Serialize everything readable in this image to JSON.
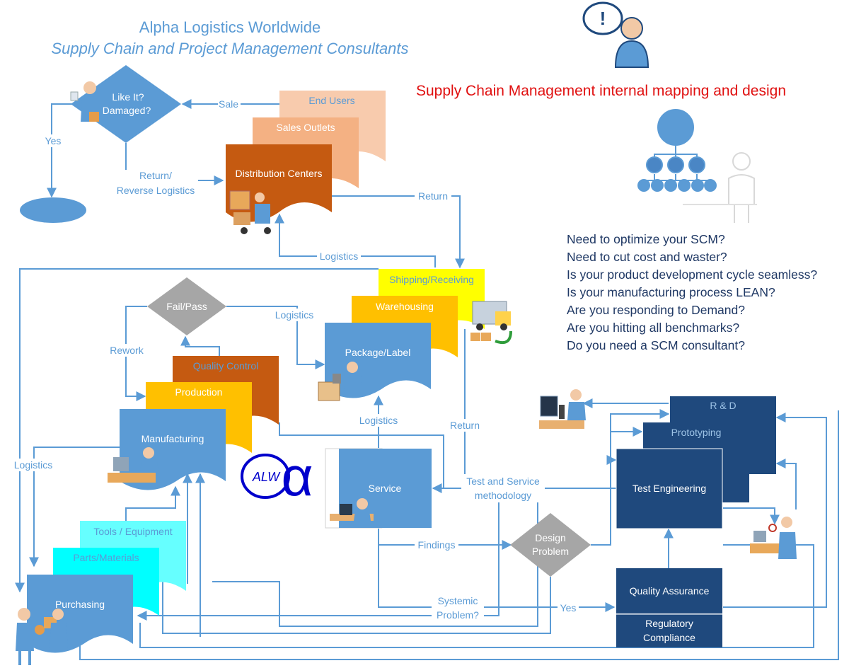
{
  "header": {
    "company": "Alpha Logistics Worldwide",
    "tagline": "Supply Chain and Project Management Consultants",
    "mapping_title": "Supply Chain Management internal mapping and design"
  },
  "questions": [
    "Need to optimize your SCM?",
    "Need to cut cost and waster?",
    "Is your product development cycle seamless?",
    "Is your manufacturing process LEAN?",
    "Are you responding to Demand?",
    "Are you hitting all benchmarks?",
    "Do you need a SCM consultant?"
  ],
  "logo": {
    "text": "ALW",
    "symbol": "α"
  },
  "nodes": {
    "like_it_line1": "Like It?",
    "like_it_line2": "Damaged?",
    "fail_pass": "Fail/Pass",
    "design_problem_line1": "Design",
    "design_problem_line2": "Problem",
    "end_users": "End Users",
    "sales_outlets": "Sales Outlets",
    "distribution_centers": "Distribution Centers",
    "shipping_receiving": "Shipping/Receiving",
    "warehousing": "Warehousing",
    "package_label": "Package/Label",
    "quality_control": "Quality Control",
    "production": "Production",
    "manufacturing": "Manufacturing",
    "tools_equipment": "Tools / Equipment",
    "parts_materials": "Parts/Materials",
    "purchasing": "Purchasing",
    "service": "Service",
    "r_and_d": "R & D",
    "prototyping": "Prototyping",
    "test_engineering": "Test Engineering",
    "quality_assurance": "Quality Assurance",
    "regulatory_line1": "Regulatory",
    "regulatory_line2": "Compliance"
  },
  "edge_labels": {
    "sale": "Sale",
    "yes_left": "Yes",
    "return_line1": "Return/",
    "return_line2": "Reverse Logistics",
    "return_top": "Return",
    "logistics_top": "Logistics",
    "logistics_mid": "Logistics",
    "rework": "Rework",
    "logistics_left": "Logistics",
    "logistics_service": "Logistics",
    "return_service": "Return",
    "test_service_line1": "Test and Service",
    "test_service_line2": "methodology",
    "findings": "Findings",
    "systemic_line1": "Systemic",
    "systemic_line2": "Problem?",
    "yes_bottom": "Yes"
  },
  "colors": {
    "accent_blue": "#5b9bd5",
    "dark_navy": "#1f497d",
    "rust": "#c55a11",
    "orange_light": "#f4b183",
    "peach": "#f8cbad",
    "yellow": "#ffff00",
    "gold": "#ffc000",
    "cyan": "#00ffff",
    "cyan_light": "#66ffff",
    "gray": "#a6a6a6",
    "red": "#e01010"
  }
}
